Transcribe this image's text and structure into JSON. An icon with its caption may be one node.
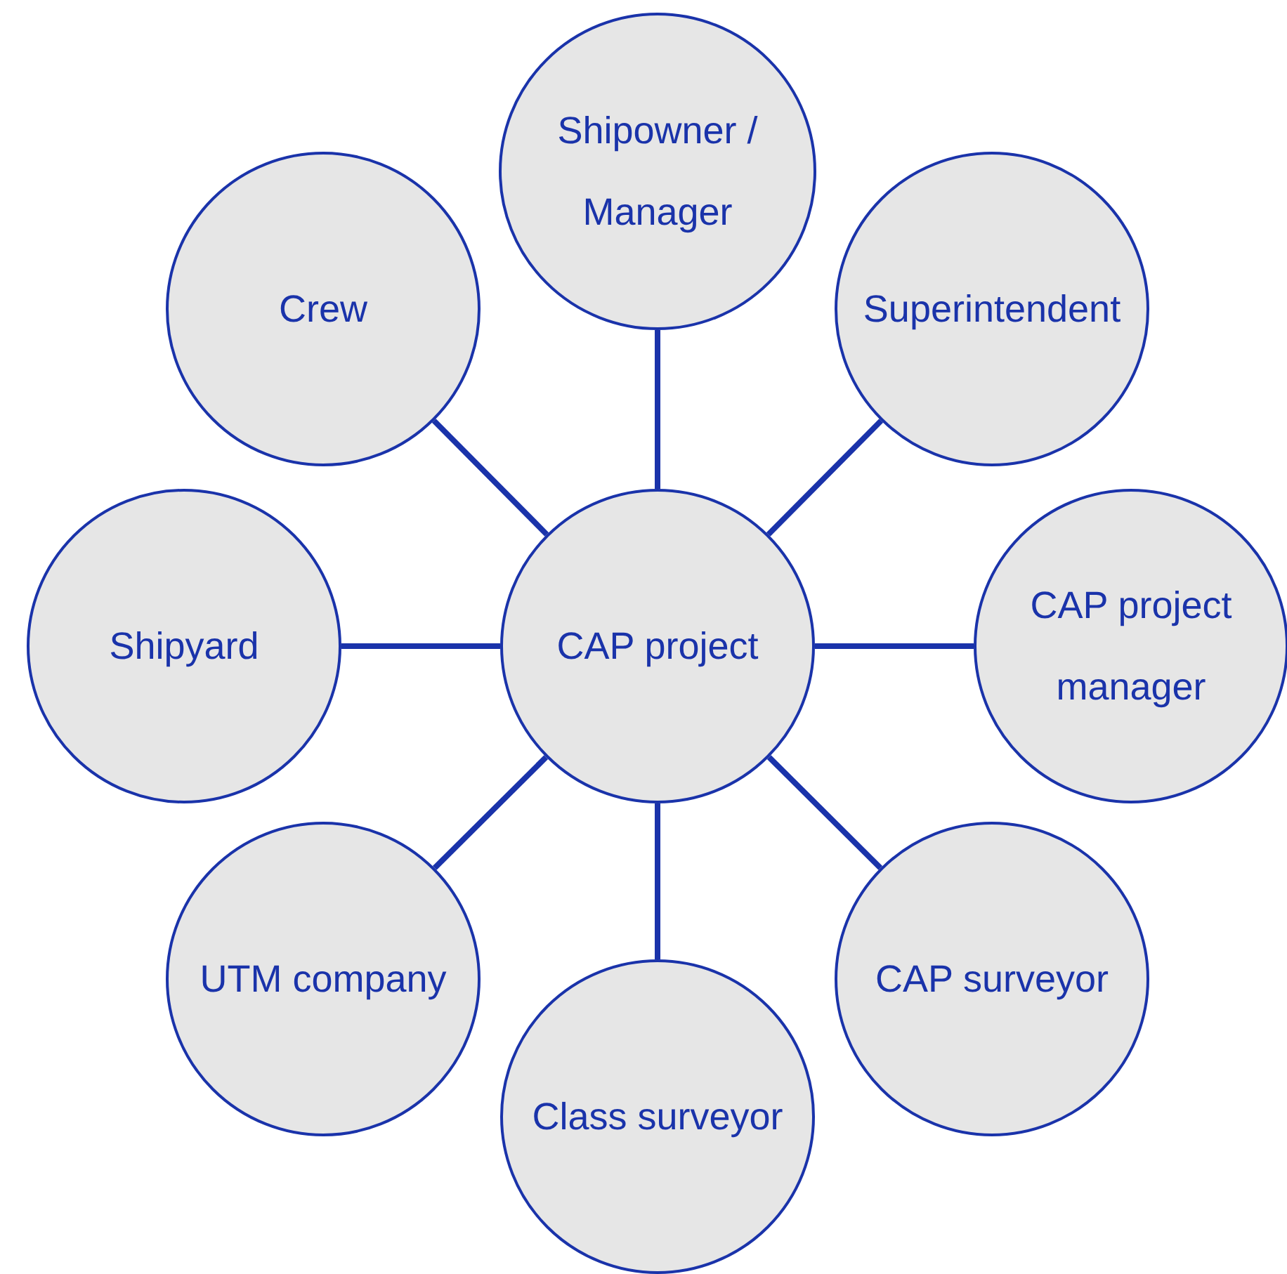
{
  "diagram": {
    "nodes": [
      {
        "text": [
          "Shipowner / Manager"
        ]
      },
      {
        "text": [
          "Crew"
        ]
      },
      {
        "text": [
          "Superintendent"
        ]
      },
      {
        "text": [
          "Shipyard"
        ]
      },
      {
        "text": [
          "CAP project"
        ]
      },
      {
        "text": [
          "CAP project manager"
        ]
      },
      {
        "text": [
          "UTM company"
        ]
      },
      {
        "text": [
          "CAP surveyor"
        ]
      },
      {
        "text": [
          "Class surveyor"
        ]
      }
    ],
    "edges": [
      {
        "from": 4,
        "to": 0,
        "arrow": "none"
      },
      {
        "from": 4,
        "to": 1,
        "arrow": "none"
      },
      {
        "from": 4,
        "to": 2,
        "arrow": "none"
      },
      {
        "from": 4,
        "to": 3,
        "arrow": "none"
      },
      {
        "from": 4,
        "to": 5,
        "arrow": "none"
      },
      {
        "from": 4,
        "to": 6,
        "arrow": "none"
      },
      {
        "from": 4,
        "to": 7,
        "arrow": "none"
      },
      {
        "from": 4,
        "to": 8,
        "arrow": "none"
      }
    ]
  }
}
